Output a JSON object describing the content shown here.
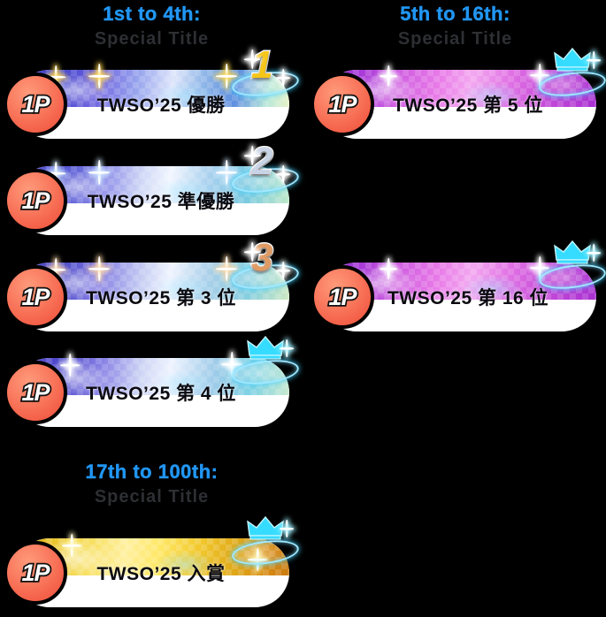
{
  "page": {
    "background": "#000000",
    "accent_blue": "#2196f3",
    "subtitle_color": "#2d2f33",
    "avatar_color": "#ef4b36"
  },
  "sections": [
    {
      "id": "first-to-fourth",
      "rank_range": "1st to 4th:",
      "subtitle": "Special Title",
      "column": "left"
    },
    {
      "id": "fifth-to-sixteenth",
      "rank_range": "5th to 16th:",
      "subtitle": "Special Title",
      "column": "right"
    },
    {
      "id": "seventeenth-to-hundredth",
      "rank_range": "17th to 100th:",
      "subtitle": "Special Title",
      "column": "left"
    }
  ],
  "badges": [
    {
      "id": "rank-1",
      "title": "TWSO’25 優勝",
      "player_label": "1P",
      "emblem": "number",
      "emblem_value": "1",
      "emblem_metal": "gold",
      "theme": "g-blue",
      "theme_color": "#5a4fd6",
      "section": "first-to-fourth"
    },
    {
      "id": "rank-2",
      "title": "TWSO’25 準優勝",
      "player_label": "1P",
      "emblem": "number",
      "emblem_value": "2",
      "emblem_metal": "silver",
      "theme": "g-silver",
      "theme_color": "#6a5fd8",
      "section": "first-to-fourth"
    },
    {
      "id": "rank-3",
      "title": "TWSO’25 第 3 位",
      "player_label": "1P",
      "emblem": "number",
      "emblem_value": "3",
      "emblem_metal": "bronze",
      "theme": "g-bronze",
      "theme_color": "#5f52cf",
      "section": "first-to-fourth"
    },
    {
      "id": "rank-4",
      "title": "TWSO’25 第 4 位",
      "player_label": "1P",
      "emblem": "crown",
      "emblem_value": "",
      "emblem_metal": "cyan",
      "theme": "g-cyan",
      "theme_color": "#6c5ad6",
      "section": "first-to-fourth"
    },
    {
      "id": "rank-5",
      "title": "TWSO’25 第 5 位",
      "player_label": "1P",
      "emblem": "crown",
      "emblem_value": "",
      "emblem_metal": "cyan",
      "theme": "g-magenta",
      "theme_color": "#cf5ce0",
      "section": "fifth-to-sixteenth"
    },
    {
      "id": "rank-16",
      "title": "TWSO’25 第 16 位",
      "player_label": "1P",
      "emblem": "crown",
      "emblem_value": "",
      "emblem_metal": "cyan",
      "theme": "g-magenta",
      "theme_color": "#cf5ce0",
      "section": "fifth-to-sixteenth"
    },
    {
      "id": "rank-prize",
      "title": "TWSO’25 入賞",
      "player_label": "1P",
      "emblem": "crown",
      "emblem_value": "",
      "emblem_metal": "cyan",
      "theme": "g-gold",
      "theme_color": "#f7de5a",
      "section": "seventeenth-to-hundredth"
    }
  ]
}
